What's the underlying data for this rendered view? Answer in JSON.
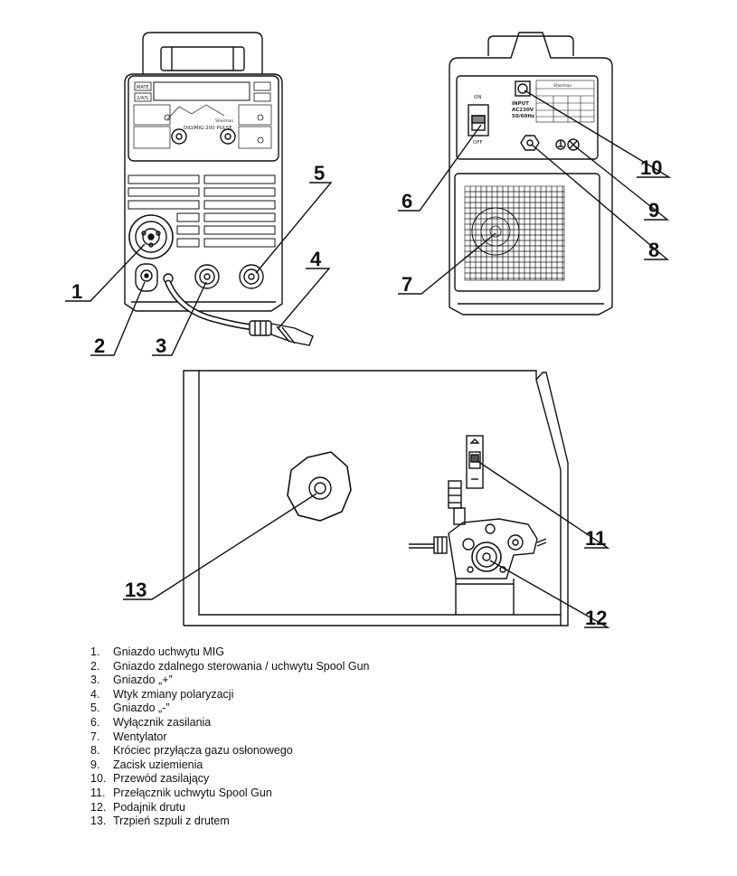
{
  "callouts": [
    "1",
    "2",
    "3",
    "4",
    "5",
    "6",
    "7",
    "8",
    "9",
    "10",
    "11",
    "12",
    "13"
  ],
  "panel_text": {
    "brand": "Sherman",
    "model": "DIGIMIG 200 PULSE",
    "key_left_top": "MATE",
    "key_left_bottom": "2/4/S",
    "switch_on": "ON",
    "switch_off": "OFF",
    "input_line1": "INPUT",
    "input_line2": "AC230V",
    "input_line3": "50/60Hz"
  },
  "legend": [
    {
      "num": "1.",
      "text": "Gniazdo uchwytu MIG"
    },
    {
      "num": "2.",
      "text": "Gniazdo zdalnego sterowania / uchwytu Spool Gun"
    },
    {
      "num": "3.",
      "text": "Gniazdo „+”"
    },
    {
      "num": "4.",
      "text": "Wtyk zmiany polaryzacji"
    },
    {
      "num": "5.",
      "text": "Gniazdo „-”"
    },
    {
      "num": "6.",
      "text": "Wyłącznik zasilania"
    },
    {
      "num": "7.",
      "text": "Wentylator"
    },
    {
      "num": "8.",
      "text": "Króciec przyłącza gazu osłonowego"
    },
    {
      "num": "9.",
      "text": "Zacisk uziemienia"
    },
    {
      "num": "10.",
      "text": "Przewód zasilający"
    },
    {
      "num": "11.",
      "text": "Przełącznik uchwytu Spool Gun"
    },
    {
      "num": "12.",
      "text": "Podajnik drutu"
    },
    {
      "num": "13.",
      "text": "Trzpień szpuli z drutem"
    }
  ]
}
